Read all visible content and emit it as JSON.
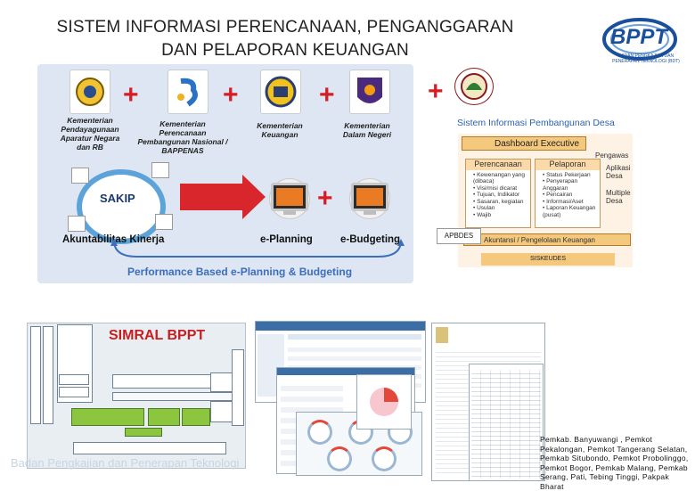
{
  "title": {
    "line1": "SISTEM INFORMASI PERENCANAAN, PENGANGGARAN",
    "line2": "DAN PELAPORAN KEUANGAN"
  },
  "bppt": {
    "name": "BPPT",
    "subtitle": "BADAN PENGKAJIAN DAN PENERAPAN TEKNOLOGI (BDT)"
  },
  "ministries": [
    {
      "label": "Kementerian Pendayagunaan Aparatur Negara dan RB"
    },
    {
      "label": "Kementerian Perencanaan Pembangunan Nasional / BAPPENAS"
    },
    {
      "label": "Kementerian Keuangan"
    },
    {
      "label": "Kementerian Dalam Negeri"
    }
  ],
  "sakip": {
    "label": "SAKIP"
  },
  "flow": {
    "akuntabilitas": "Akuntabilitas Kinerja",
    "eplanning": "e-Planning",
    "ebudgeting": "e-Budgeting",
    "performance": "Performance Based e-Planning & Budgeting"
  },
  "sisdes": {
    "title": "Sistem Informasi Pembangunan Desa",
    "dashboard": "Dashboard Executive",
    "pengawas": "Pengawas",
    "perencanaan": {
      "head": "Perencanaan",
      "items": [
        "Kewenangan yang (dibaca)",
        "Visi/misi dicarat",
        "Tujuan, Indikator",
        "Sasaran, kegiatan",
        "Usulan",
        "Wajib"
      ]
    },
    "pelaporan": {
      "head": "Pelaporan",
      "items": [
        "Status Pekerjaan",
        "Penyerapan Anggaran",
        "Pencairan",
        "Informasi/Aset",
        "Laporan Keuangan (pusat)"
      ]
    },
    "side1": "Aplikasi Desa",
    "side2": "Multiple Desa",
    "apbdes": "APBDES",
    "akuntansi": "Akuntansi / Pengelolaan Keuangan",
    "siskeudes": "SISKEUDES"
  },
  "simral": {
    "title": "SIMRAL BPPT"
  },
  "footer": {
    "text": "Badan Pengkajian dan Penerapan Teknologi"
  },
  "pemkab": "Pemkab. Banyuwangi , Pemkot Pekalongan, Pemkot Tangerang Selatan, Pemkab Situbondo, Pemkot Probolinggo, Pemkot Bogor, Pemkab Malang, Pemkab Serang, Pati, Tebing Tinggi, Pakpak Bharat"
}
